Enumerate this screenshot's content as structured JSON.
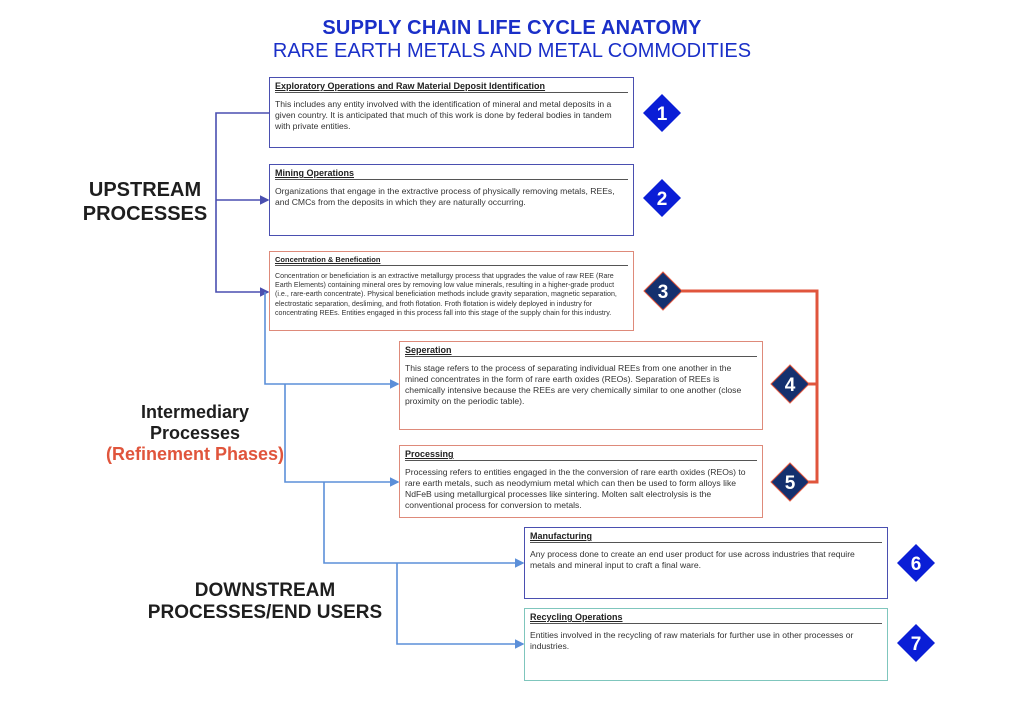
{
  "title": {
    "line1": "SUPPLY CHAIN LIFE CYCLE ANATOMY",
    "line2": "RARE EARTH METALS AND METAL COMMODITIES"
  },
  "sections": {
    "upstream": {
      "line1": "UPSTREAM",
      "line2": "PROCESSES"
    },
    "intermediary": {
      "line1": "Intermediary",
      "line2": "Processes",
      "line3": "(Refinement Phases)"
    },
    "downstream": {
      "line1": "DOWNSTREAM",
      "line2": "PROCESSES/END USERS"
    }
  },
  "colors": {
    "title_blue": "#1a2fc8",
    "upstream_line": "#4a4fb0",
    "flow_line": "#5b8fd9",
    "refinement_red": "#e0553c",
    "diamond_blue": "#0a1ed6",
    "diamond_navy": "#14306e"
  },
  "stages": [
    {
      "number": "1",
      "title": "Exploratory Operations and Raw Material Deposit Identification",
      "body": "This includes any entity involved with the identification of mineral and metal deposits in a given country. It is anticipated that much of this work is done by federal bodies in tandem with private entities."
    },
    {
      "number": "2",
      "title": "Mining Operations",
      "body": "Organizations that engage in the extractive process of physically removing metals, REEs, and CMCs from the deposits in which they are naturally occurring."
    },
    {
      "number": "3",
      "title": "Concentration & Benefication",
      "body": "Concentration or beneficiation is an extractive metallurgy process that upgrades the value of raw REE (Rare Earth Elements) containing mineral ores by removing low value minerals, resulting in a higher-grade product (i.e., rare-earth concentrate). Physical beneficiation methods include gravity separation, magnetic separation, electrostatic separation, desliming, and froth flotation. Froth flotation is widely deployed in industry for concentrating REEs. Entities engaged in this process fall into this stage of the supply chain for this industry."
    },
    {
      "number": "4",
      "title": "Seperation",
      "body": "This stage refers to the process of separating individual REEs from one another in the mined concentrates in the form of rare earth oxides (REOs). Separation of REEs is chemically intensive because the REEs are very chemically similar to one another (close proximity on the periodic table)."
    },
    {
      "number": "5",
      "title": "Processing",
      "body": "Processing refers to entities engaged in the the conversion of  rare earth oxides (REOs) to rare earth metals, such as neodymium metal which can then be used to form alloys like NdFeB using metallurgical processes like sintering. Molten salt electrolysis is the conventional process for conversion to metals."
    },
    {
      "number": "6",
      "title": "Manufacturing",
      "body": "Any process done to create an end user product for use across industries that require metals and mineral input to craft a final ware."
    },
    {
      "number": "7",
      "title": "Recycling Operations",
      "body": "Entities involved in the recycling of raw materials for further use in other processes or industries."
    }
  ]
}
